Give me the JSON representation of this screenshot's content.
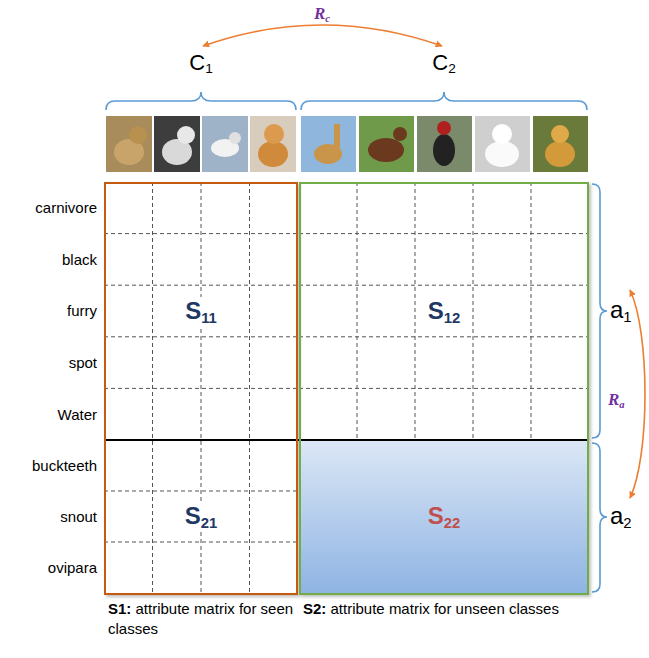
{
  "diagram": {
    "nodes": [
      {
        "text": [
          "S1: attribute matrix for seen classes"
        ]
      },
      {
        "text": [
          "S11"
        ],
        "in": 0
      },
      {
        "text": [
          "S21"
        ],
        "in": 0
      },
      {
        "text": [
          "S2: attribute matrix for unseen classes"
        ]
      },
      {
        "text": [
          "S12"
        ],
        "in": 3
      },
      {
        "text": [
          "S22"
        ],
        "in": 3
      }
    ],
    "labels": [
      "Rc",
      "C1",
      "C2",
      "carnivore",
      "black",
      "furry",
      "spot",
      "Water",
      "buckteeth",
      "snout",
      "ovipara",
      "a1",
      "a2",
      "Ra"
    ]
  }
}
